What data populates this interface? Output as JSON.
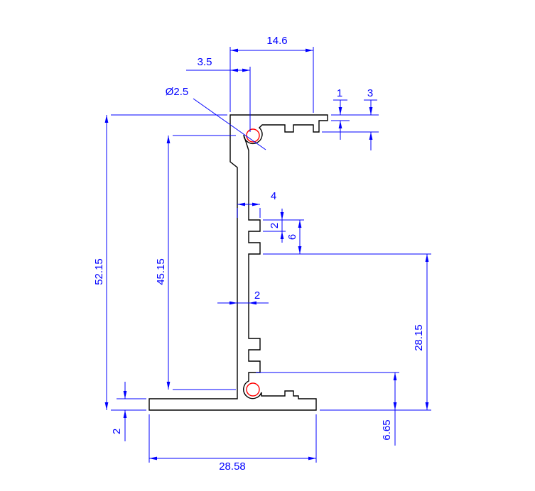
{
  "drawing": {
    "type": "cad-profile-cross-section",
    "colors": {
      "dimension": "#0000ff",
      "profile": "#000000",
      "highlight": "#ff0000",
      "background": "#ffffff"
    },
    "dimensions": {
      "top_width": "14.6",
      "stem_top_width": "3.5",
      "hole_diameter": "Ø2.5",
      "lip_thickness": "1",
      "lip_depth": "3",
      "groove_width": "4",
      "tooth_height": "2",
      "groove_span": "6",
      "inner_height": "45.15",
      "overall_height": "52.15",
      "wall_thickness": "2",
      "right_height": "28.15",
      "foot_height": "6.65",
      "base_thickness": "2",
      "base_width": "28.58"
    }
  }
}
